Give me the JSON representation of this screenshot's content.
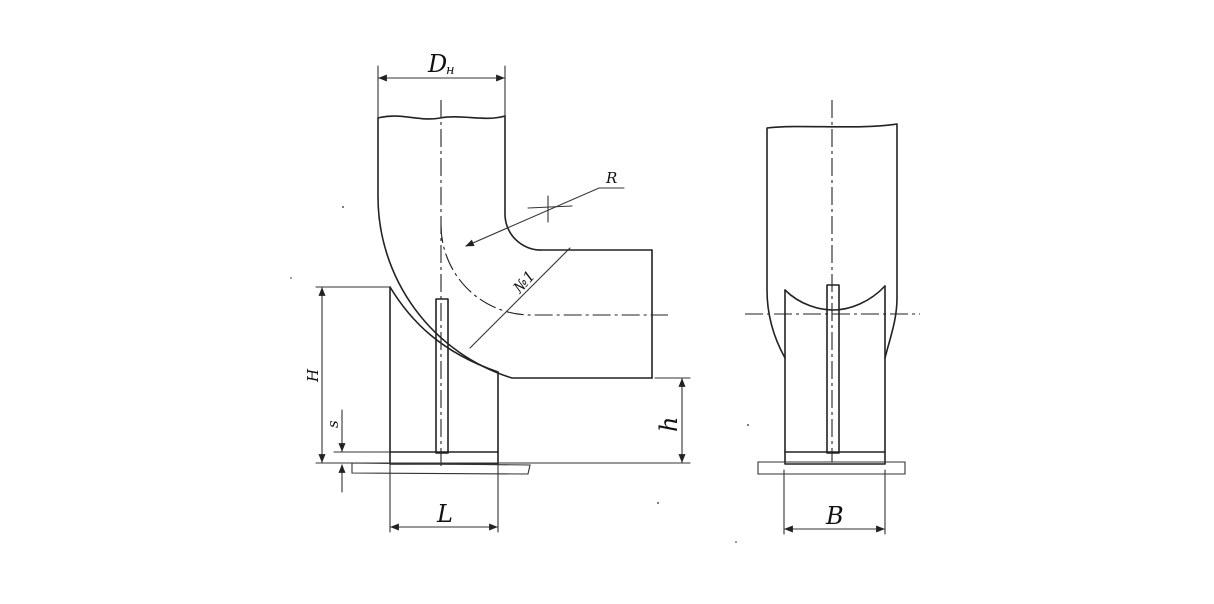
{
  "labels": {
    "outer_diameter": "D",
    "outer_diameter_sub": "н",
    "radius": "R",
    "part_number": "№1",
    "height_total": "H",
    "thickness": "s",
    "height_pipe": "h",
    "length": "L",
    "width": "B"
  },
  "colors": {
    "ink": "#222222",
    "paper": "#ffffff"
  }
}
